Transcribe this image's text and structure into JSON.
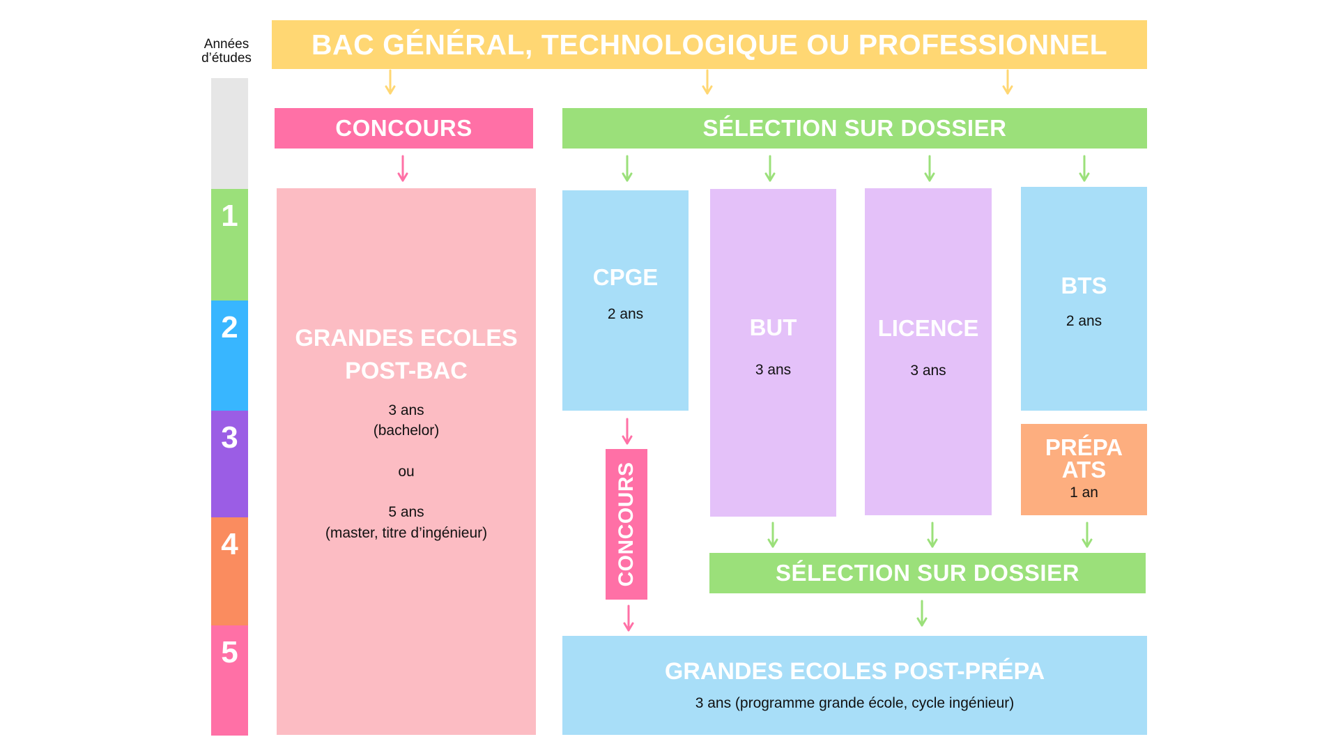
{
  "years_label": {
    "line1": "Années",
    "line2": "d’études"
  },
  "year_scale": [
    {
      "label": "",
      "color": "#E6E6E6"
    },
    {
      "label": "1",
      "color": "#9BE07A"
    },
    {
      "label": "2",
      "color": "#38B6FF"
    },
    {
      "label": "3",
      "color": "#9B5DE5"
    },
    {
      "label": "4",
      "color": "#FA8C5F"
    },
    {
      "label": "5",
      "color": "#FF70A6"
    }
  ],
  "bac": {
    "label": "BAC GÉNÉRAL, TECHNOLOGIQUE OU PROFESSIONNEL",
    "color": "#FFD773"
  },
  "concours_top": {
    "label": "CONCOURS",
    "color": "#FF70A6"
  },
  "selection_top": {
    "label": "SÉLECTION SUR DOSSIER",
    "color": "#9BE07A"
  },
  "grandes_ecoles_post_bac": {
    "title_line1": "GRANDES ECOLES",
    "title_line2": "POST-BAC",
    "duration1": "3 ans",
    "detail1": "(bachelor)",
    "or": "ou",
    "duration2": "5 ans",
    "detail2": "(master, titre d’ingénieur)",
    "color": "#FCBCC3"
  },
  "cpge": {
    "title": "CPGE",
    "duration": "2 ans",
    "color": "#A8DEF8"
  },
  "but": {
    "title": "BUT",
    "duration": "3 ans",
    "color": "#E4C1F9"
  },
  "licence": {
    "title": "LICENCE",
    "duration": "3 ans",
    "color": "#E4C1F9"
  },
  "bts": {
    "title": "BTS",
    "duration": "2 ans",
    "color": "#A8DEF8"
  },
  "prepa_ats": {
    "title_line1": "PRÉPA",
    "title_line2": "ATS",
    "duration": "1 an",
    "color": "#FDAE7F"
  },
  "concours_vertical": {
    "label": "CONCOURS",
    "color": "#FF70A6"
  },
  "selection_bottom": {
    "label": "SÉLECTION SUR DOSSIER",
    "color": "#9BE07A"
  },
  "grandes_ecoles_post_prepa": {
    "title": "GRANDES ECOLES POST-PRÉPA",
    "detail": "3 ans (programme grande école, cycle ingénieur)",
    "color": "#A8DEF8"
  },
  "arrow_colors": {
    "yellow": "#FFD773",
    "pink": "#FF70A6",
    "green": "#9BE07A"
  }
}
